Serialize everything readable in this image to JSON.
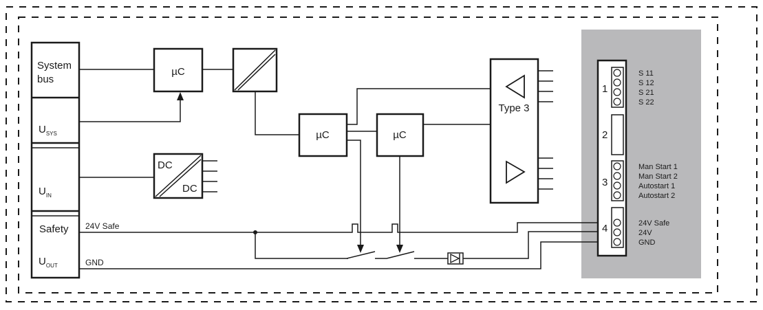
{
  "colors": {
    "line": "#1a1a1a",
    "terminal_panel": "#b9b9bb"
  },
  "left_module": {
    "system_bus": [
      "System",
      "bus"
    ],
    "usys": {
      "main": "U",
      "sub": "SYS"
    },
    "uin": {
      "main": "U",
      "sub": "IN"
    },
    "safety": "Safety",
    "uout": {
      "main": "U",
      "sub": "OUT"
    }
  },
  "blocks": {
    "uc_top": "µC",
    "uc_mid1": "µC",
    "uc_mid2": "µC",
    "dc_in": "DC",
    "dc_out": "DC",
    "output_stage": "Type 3"
  },
  "lines": {
    "safe_24v": "24V Safe",
    "gnd": "GND"
  },
  "terminals": {
    "t1": {
      "number": "1",
      "labels": [
        "S 11",
        "S 12",
        "S 21",
        "S 22"
      ]
    },
    "t2": {
      "number": "2"
    },
    "t3": {
      "number": "3",
      "labels": [
        "Man Start 1",
        "Man Start 2",
        "Autostart 1",
        "Autostart 2"
      ]
    },
    "t4": {
      "number": "4",
      "labels": [
        "24V Safe",
        "24V",
        "GND"
      ]
    }
  }
}
